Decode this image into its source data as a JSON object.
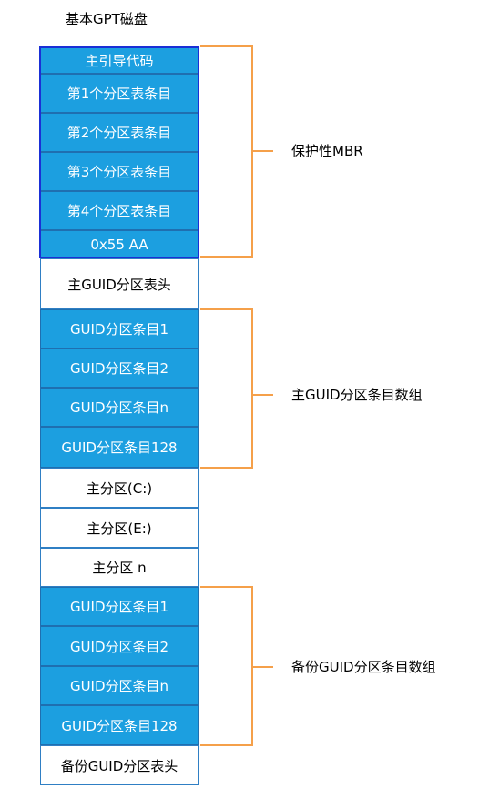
{
  "title": "基本GPT磁盘",
  "colors": {
    "blue_cell": "#1c9fe0",
    "mbr_border": "#1a2fd6",
    "brace": "#f5a04a"
  },
  "cells": [
    {
      "label": "主引导代码",
      "style": "blue"
    },
    {
      "label": "第1个分区表条目",
      "style": "blue"
    },
    {
      "label": "第2个分区表条目",
      "style": "blue"
    },
    {
      "label": "第3个分区表条目",
      "style": "blue"
    },
    {
      "label": "第4个分区表条目",
      "style": "blue"
    },
    {
      "label": "0x55 AA",
      "style": "blue"
    },
    {
      "label": "主GUID分区表头",
      "style": "white"
    },
    {
      "label": "GUID分区条目1",
      "style": "blue"
    },
    {
      "label": "GUID分区条目2",
      "style": "blue"
    },
    {
      "label": "GUID分区条目n",
      "style": "blue"
    },
    {
      "label": "GUID分区条目128",
      "style": "blue"
    },
    {
      "label": "主分区(C:)",
      "style": "white"
    },
    {
      "label": "主分区(E:)",
      "style": "white"
    },
    {
      "label": "主分区 n",
      "style": "white"
    },
    {
      "label": "GUID分区条目1",
      "style": "blue"
    },
    {
      "label": "GUID分区条目2",
      "style": "blue"
    },
    {
      "label": "GUID分区条目n",
      "style": "blue"
    },
    {
      "label": "GUID分区条目128",
      "style": "blue"
    },
    {
      "label": "备份GUID分区表头",
      "style": "white"
    }
  ],
  "braces": [
    {
      "label": "保护性MBR"
    },
    {
      "label": "主GUID分区条目数组"
    },
    {
      "label": "备份GUID分区条目数组"
    }
  ]
}
